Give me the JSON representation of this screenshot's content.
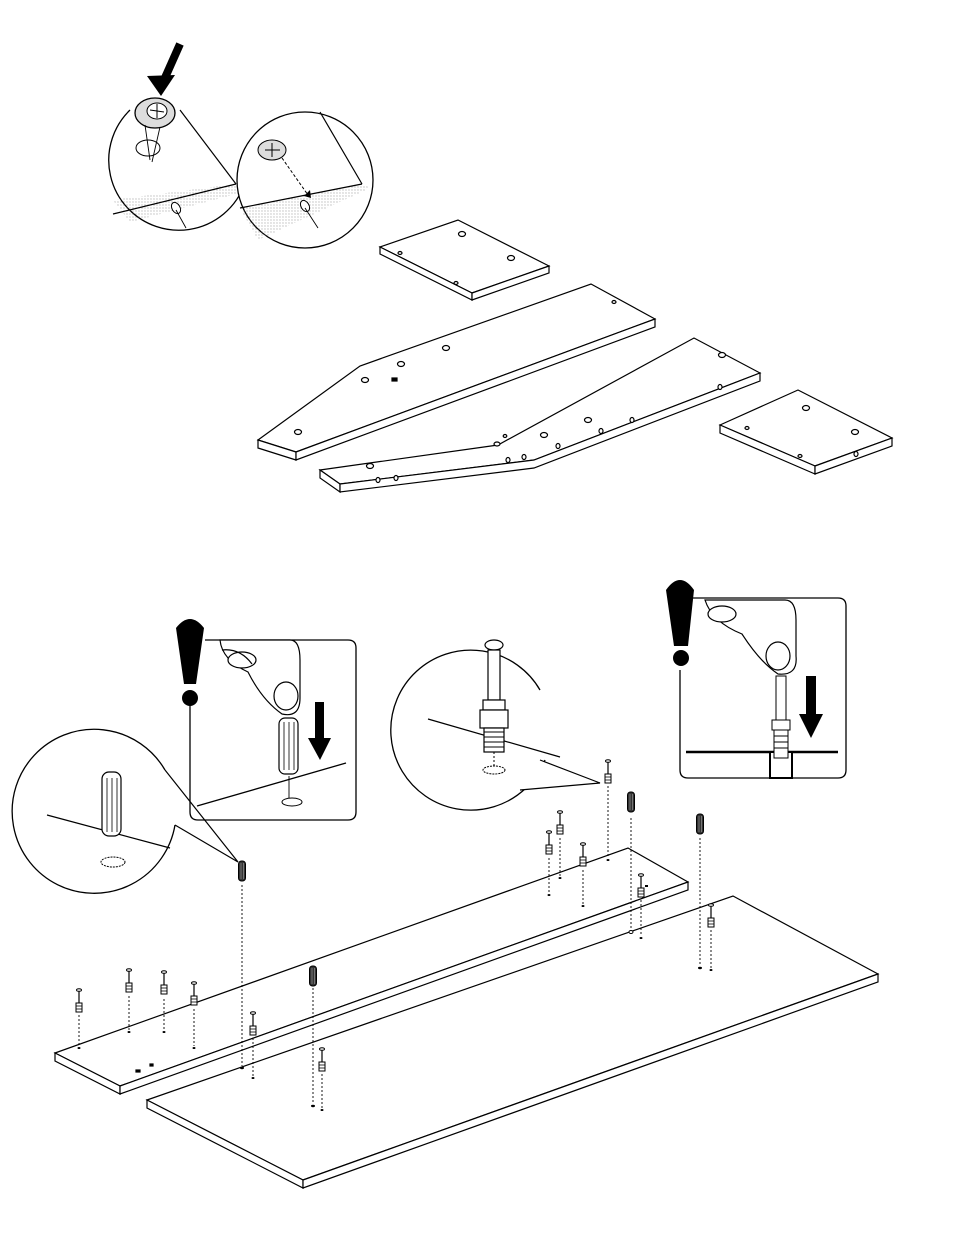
{
  "document": {
    "type": "assembly-instruction",
    "text_labels": []
  },
  "steps": [
    {
      "id": "cam-lock-insertion",
      "parts": [
        "cam-lock-icon",
        "board-panels"
      ]
    },
    {
      "id": "dowel-and-bolt-insertion",
      "parts": [
        "dowel-icon",
        "cam-bolt-icon",
        "long-panels"
      ]
    }
  ],
  "callouts": [
    {
      "id": "press-dowel",
      "symbol": "exclamation-icon",
      "arrow": "arrow-down-icon"
    },
    {
      "id": "press-bolt",
      "symbol": "exclamation-icon",
      "arrow": "arrow-down-icon"
    }
  ],
  "colors": {
    "ink": "#000000",
    "paper": "#ffffff",
    "shade": "#bdbdbd"
  }
}
